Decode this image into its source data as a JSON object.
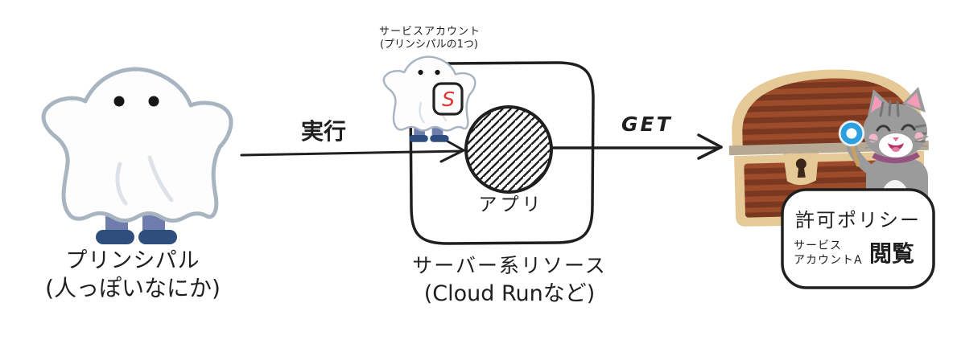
{
  "principal": {
    "name": "プリンシパル",
    "note": "(人っぽいなにか)"
  },
  "service_account": {
    "name": "サービスアカウント",
    "note": "(プリンシパルの1つ)",
    "badge": "S"
  },
  "server_resource": {
    "app": "アプリ",
    "name": "サーバー系リソース",
    "note": "(Cloud Runなど)"
  },
  "arrows": {
    "execute": "実行",
    "get": "GET"
  },
  "permission_policy": {
    "title": "許可ポリシー",
    "member_line1": "サービス",
    "member_line2": "アカウントA",
    "role": "閲覧"
  },
  "colors": {
    "ink": "#1f1f1f",
    "ghost_outline": "#a9b4c1",
    "ghost_leg_blue": "#6f7cae",
    "ghost_shoe_navy": "#2e4e7e",
    "badge_red": "#e23333",
    "sign_blue": "#2b9fe0",
    "chest_wood": "#9c4b2b",
    "chest_stripe": "#7a3820",
    "chest_trim": "#e5c997",
    "cat_gray": "#9b9b9b"
  }
}
